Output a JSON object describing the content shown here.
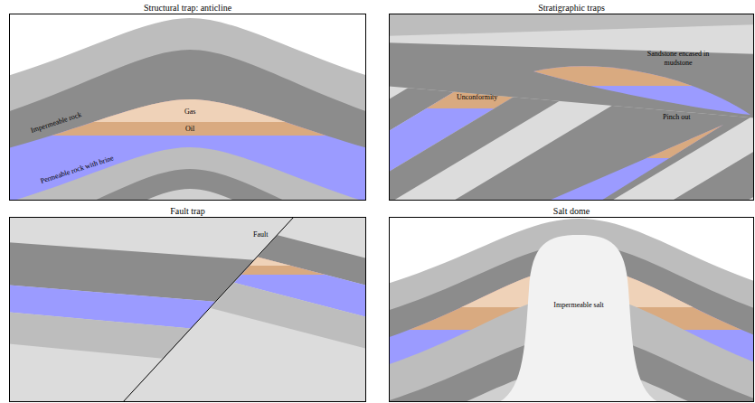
{
  "diagram": {
    "nodes": [
      {
        "text": [
          "Structural trap: anticline"
        ]
      },
      {
        "text": [
          "Stratigraphic traps"
        ]
      },
      {
        "text": [
          "Fault trap"
        ]
      },
      {
        "text": [
          "Salt dome"
        ]
      }
    ],
    "labels": [
      "Gas",
      "Oil",
      "Impermeable rock",
      "Permeable rock with brine",
      "Unconformity",
      "Sandstone encased in mudstone",
      "Pinch out",
      "Fault",
      "Impermeable salt"
    ]
  }
}
